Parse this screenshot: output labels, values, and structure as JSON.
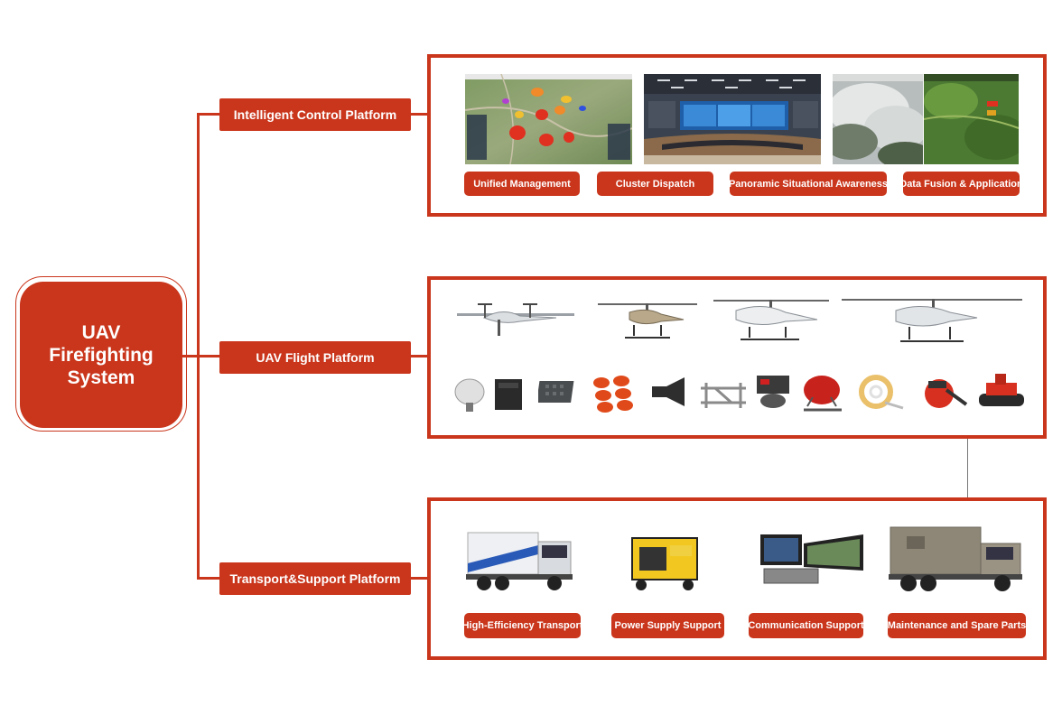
{
  "root": {
    "label": "UAV Firefighting System"
  },
  "platforms": [
    {
      "label": "Intelligent Control Platform",
      "items": [
        "Unified Management",
        "Cluster Dispatch",
        "Panoramic Situational Awareness",
        "Data Fusion & Application"
      ]
    },
    {
      "label": "UAV Flight Platform",
      "aircraft": [
        "fixed-wing-vtol-icon",
        "small-helicopter-icon",
        "medium-helicopter-icon",
        "large-helicopter-icon"
      ],
      "equipment": [
        "satellite-dish-icon",
        "payload-box-icon",
        "control-unit-icon",
        "fire-extinguisher-balls-icon",
        "loudspeaker-icon",
        "mounting-rack-icon",
        "winch-icon",
        "water-pump-icon",
        "fire-hose-icon",
        "blower-icon",
        "fire-robot-icon"
      ]
    },
    {
      "label": "Transport&Support Platform",
      "items": [
        "High-Efficiency Transport",
        "Power Supply Support",
        "Communication Support",
        "Maintenance and Spare Parts"
      ]
    }
  ],
  "colors": {
    "accent": "#c9361c"
  }
}
